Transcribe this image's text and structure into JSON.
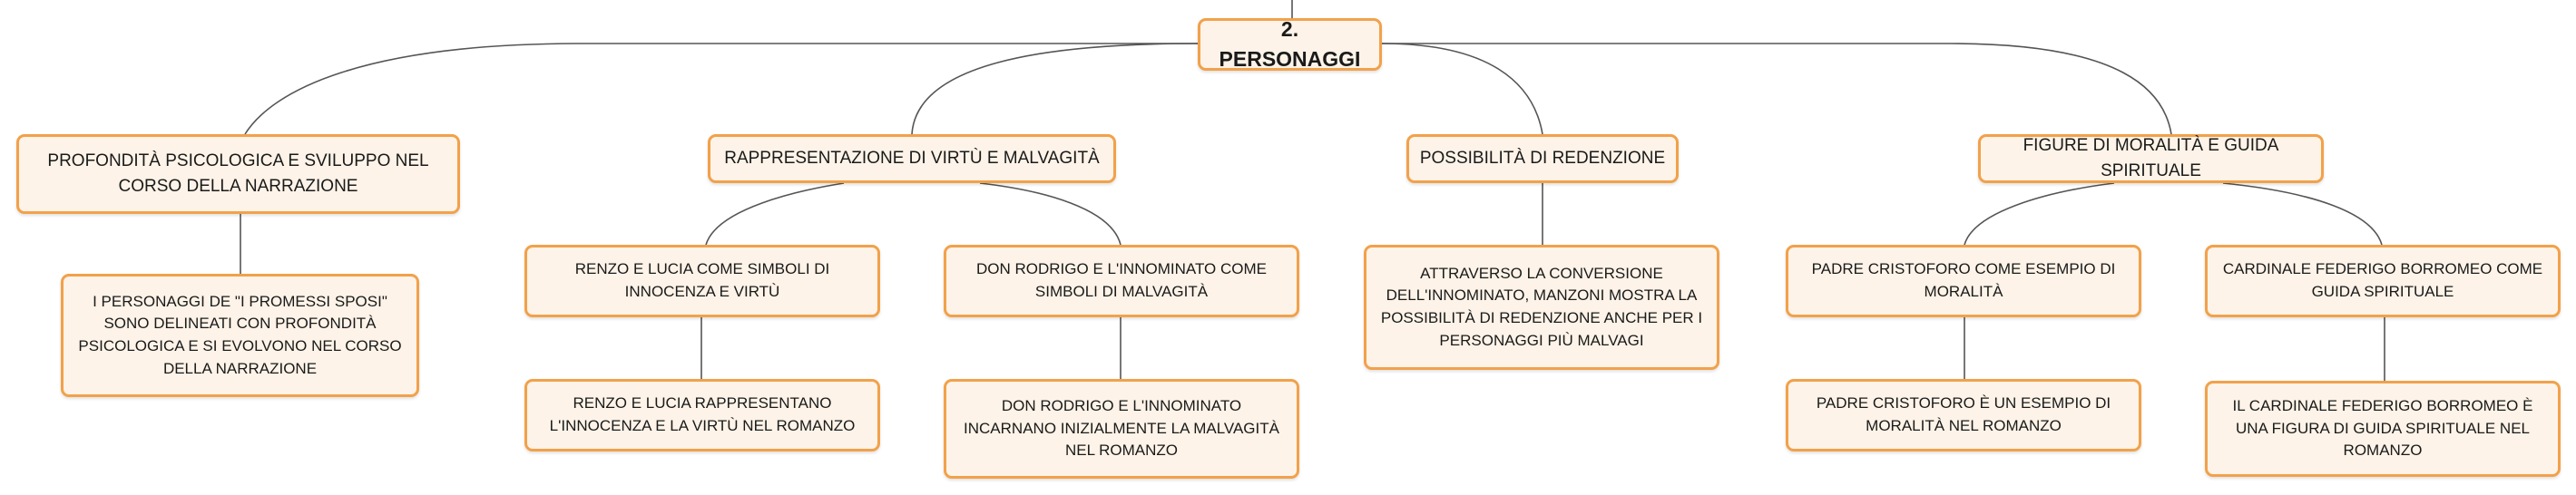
{
  "root": {
    "label": "2. PERSONAGGI"
  },
  "branches": [
    {
      "label": "PROFONDITÀ PSICOLOGICA E SVILUPPO NEL CORSO DELLA NARRAZIONE",
      "children": [
        {
          "label": "I PERSONAGGI DE \"I PROMESSI SPOSI\" SONO DELINEATI CON PROFONDITÀ PSICOLOGICA E SI EVOLVONO NEL CORSO DELLA NARRAZIONE"
        }
      ]
    },
    {
      "label": "RAPPRESENTAZIONE DI VIRTÙ E MALVAGITÀ",
      "children": [
        {
          "label": "RENZO E LUCIA COME SIMBOLI DI INNOCENZA E VIRTÙ",
          "detail": "RENZO E LUCIA RAPPRESENTANO L'INNOCENZA E LA VIRTÙ NEL ROMANZO"
        },
        {
          "label": "DON RODRIGO E L'INNOMINATO COME SIMBOLI DI MALVAGITÀ",
          "detail": "DON RODRIGO E L'INNOMINATO INCARNANO INIZIALMENTE LA MALVAGITÀ NEL ROMANZO"
        }
      ]
    },
    {
      "label": "POSSIBILITÀ DI REDENZIONE",
      "children": [
        {
          "label": "ATTRAVERSO LA CONVERSIONE DELL'INNOMINATO, MANZONI MOSTRA LA POSSIBILITÀ DI REDENZIONE ANCHE PER I PERSONAGGI PIÙ MALVAGI"
        }
      ]
    },
    {
      "label": "FIGURE DI MORALITÀ E GUIDA SPIRITUALE",
      "children": [
        {
          "label": "PADRE CRISTOFORO COME ESEMPIO DI MORALITÀ",
          "detail": "PADRE CRISTOFORO È UN ESEMPIO DI MORALITÀ NEL ROMANZO"
        },
        {
          "label": "CARDINALE FEDERIGO BORROMEO COME GUIDA SPIRITUALE",
          "detail": "IL CARDINALE FEDERIGO BORROMEO È UNA FIGURA DI GUIDA SPIRITUALE NEL ROMANZO"
        }
      ]
    }
  ],
  "colors": {
    "border": "#f2a14a",
    "fill": "#fdf3e8",
    "line": "#555555"
  }
}
